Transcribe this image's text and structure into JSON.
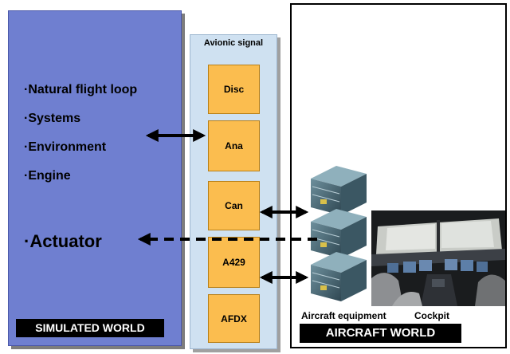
{
  "simulated_world": {
    "items": [
      "·Natural flight loop",
      "·Systems",
      "·Environment",
      "·Engine"
    ],
    "actuator": "·Actuator",
    "label": "SIMULATED WORLD",
    "panel_color": "#6f7fd0"
  },
  "avionic": {
    "title": "Avionic signal",
    "signals": [
      "Disc",
      "Ana",
      "Can",
      "A429",
      "AFDX"
    ],
    "panel_color": "#cfe1f1",
    "box_color": "#fbbd4f"
  },
  "aircraft_world": {
    "equipment_caption": "Aircraft equipment",
    "cockpit_caption": "Cockpit",
    "label": "AIRCRAFT WORLD"
  }
}
